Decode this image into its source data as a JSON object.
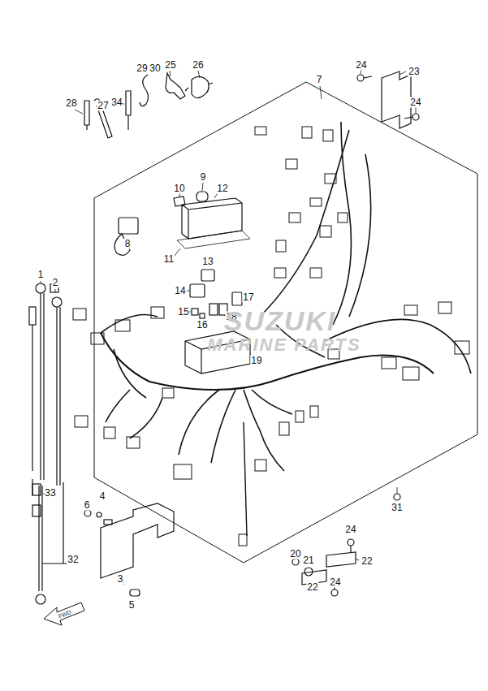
{
  "diagram": {
    "labels": [
      "29",
      "30",
      "25",
      "26",
      "24",
      "23",
      "28",
      "27",
      "34",
      "24",
      "7",
      "9",
      "10",
      "12",
      "8",
      "11",
      "13",
      "14",
      "17",
      "15",
      "18",
      "16",
      "1",
      "2",
      "19",
      "SUZUKI",
      "MARINE PARTS",
      "33",
      "4",
      "6",
      "31",
      "32",
      "24",
      "20",
      "21",
      "22",
      "3",
      "22",
      "24",
      "5",
      "FWD"
    ]
  }
}
